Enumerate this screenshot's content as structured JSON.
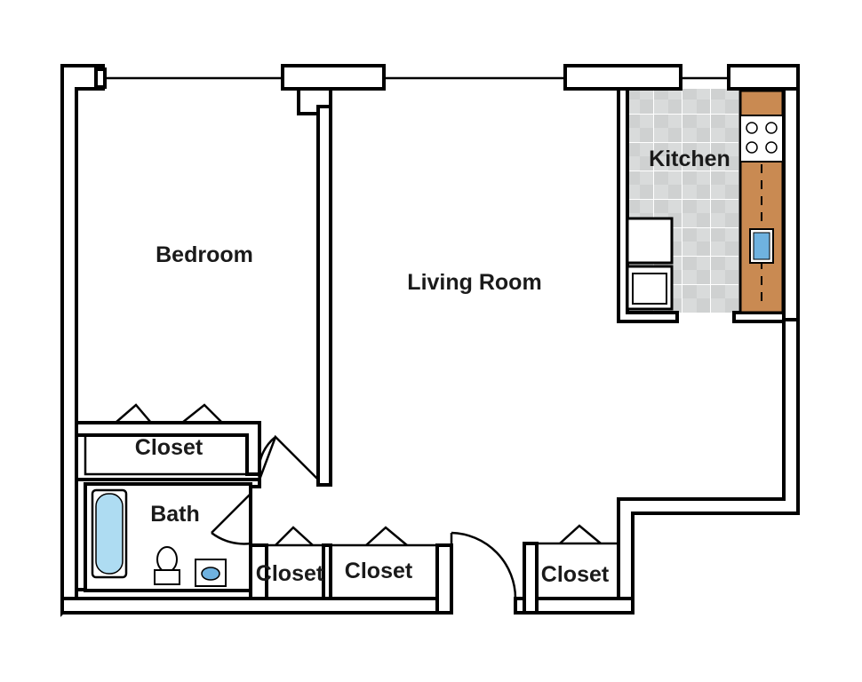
{
  "rooms": {
    "bedroom": "Bedroom",
    "living_room": "Living Room",
    "kitchen": "Kitchen",
    "bath": "Bath",
    "closet_bedroom": "Closet",
    "closet_bath": "Closet",
    "closet_entry": "Closet",
    "closet_right": "Closet"
  },
  "colors": {
    "wall": "#000000",
    "floor": "#ffffff",
    "tile": "#d9dbdb",
    "tile_line": "#ffffff",
    "counter": "#c98a52",
    "tub": "#aedcf2",
    "sink": "#6fb2e0"
  }
}
